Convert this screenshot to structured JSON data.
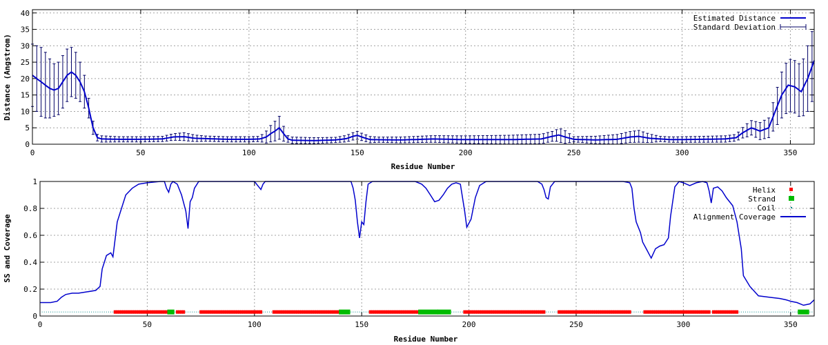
{
  "chart_data": [
    {
      "type": "line",
      "xlabel": "Residue Number",
      "ylabel": "Distance (Angstrom)",
      "xlim": [
        0,
        361
      ],
      "ylim": [
        0,
        41
      ],
      "xticks": [
        0,
        50,
        100,
        150,
        200,
        250,
        300,
        350
      ],
      "yticks": [
        0,
        5,
        10,
        15,
        20,
        25,
        30,
        35,
        40
      ],
      "grid": true,
      "legend_position": "top-right",
      "series": [
        {
          "name": "Estimated Distance",
          "color": "#0000cc",
          "style": "line"
        },
        {
          "name": "Standard Deviation",
          "color": "#000066",
          "style": "errorbars"
        }
      ],
      "data_points": [
        [
          0,
          21
        ],
        [
          2,
          20
        ],
        [
          4,
          19
        ],
        [
          6,
          18
        ],
        [
          8,
          17
        ],
        [
          10,
          16.5
        ],
        [
          12,
          17
        ],
        [
          14,
          19
        ],
        [
          16,
          21
        ],
        [
          18,
          22
        ],
        [
          20,
          21
        ],
        [
          22,
          19
        ],
        [
          24,
          16
        ],
        [
          26,
          11
        ],
        [
          28,
          5
        ],
        [
          30,
          2
        ],
        [
          32,
          1.6
        ],
        [
          40,
          1.5
        ],
        [
          50,
          1.5
        ],
        [
          60,
          1.6
        ],
        [
          65,
          2.2
        ],
        [
          70,
          2.3
        ],
        [
          75,
          1.8
        ],
        [
          80,
          1.7
        ],
        [
          90,
          1.5
        ],
        [
          100,
          1.5
        ],
        [
          105,
          1.6
        ],
        [
          108,
          2.2
        ],
        [
          110,
          3.2
        ],
        [
          112,
          4
        ],
        [
          114,
          5
        ],
        [
          116,
          3.2
        ],
        [
          118,
          1.6
        ],
        [
          120,
          1.2
        ],
        [
          130,
          1.1
        ],
        [
          140,
          1.3
        ],
        [
          145,
          1.7
        ],
        [
          148,
          2.4
        ],
        [
          150,
          2.7
        ],
        [
          153,
          2
        ],
        [
          156,
          1.4
        ],
        [
          170,
          1.3
        ],
        [
          185,
          1.6
        ],
        [
          200,
          1.4
        ],
        [
          220,
          1.4
        ],
        [
          235,
          1.6
        ],
        [
          240,
          2.4
        ],
        [
          243,
          2.8
        ],
        [
          246,
          2.2
        ],
        [
          250,
          1.5
        ],
        [
          260,
          1.3
        ],
        [
          270,
          1.5
        ],
        [
          276,
          2.2
        ],
        [
          280,
          2.4
        ],
        [
          285,
          1.8
        ],
        [
          295,
          1.4
        ],
        [
          310,
          1.5
        ],
        [
          320,
          1.6
        ],
        [
          325,
          2
        ],
        [
          328,
          3.5
        ],
        [
          332,
          5
        ],
        [
          336,
          4
        ],
        [
          340,
          5
        ],
        [
          343,
          10
        ],
        [
          346,
          15
        ],
        [
          349,
          18
        ],
        [
          352,
          17.5
        ],
        [
          355,
          16
        ],
        [
          358,
          20
        ],
        [
          361,
          25.5
        ]
      ],
      "std_dev": [
        [
          0,
          9.5
        ],
        [
          2,
          10
        ],
        [
          4,
          10.5
        ],
        [
          6,
          10
        ],
        [
          8,
          9
        ],
        [
          10,
          8
        ],
        [
          12,
          8
        ],
        [
          14,
          8
        ],
        [
          16,
          8
        ],
        [
          18,
          7.5
        ],
        [
          20,
          7
        ],
        [
          22,
          6
        ],
        [
          24,
          5
        ],
        [
          26,
          3
        ],
        [
          28,
          2
        ],
        [
          30,
          1
        ],
        [
          40,
          0.8
        ],
        [
          60,
          0.8
        ],
        [
          70,
          1.2
        ],
        [
          80,
          0.8
        ],
        [
          105,
          0.8
        ],
        [
          110,
          2.5
        ],
        [
          114,
          3.5
        ],
        [
          118,
          1
        ],
        [
          140,
          0.8
        ],
        [
          150,
          1.2
        ],
        [
          160,
          0.8
        ],
        [
          240,
          1.5
        ],
        [
          245,
          2.2
        ],
        [
          250,
          0.8
        ],
        [
          280,
          1.8
        ],
        [
          290,
          0.8
        ],
        [
          325,
          1
        ],
        [
          330,
          2
        ],
        [
          340,
          3
        ],
        [
          343,
          5
        ],
        [
          346,
          7
        ],
        [
          349,
          8
        ],
        [
          352,
          8
        ],
        [
          355,
          8
        ],
        [
          358,
          10
        ],
        [
          361,
          11
        ]
      ]
    },
    {
      "type": "line",
      "xlabel": "Residue Number",
      "ylabel": "SS and Coverage",
      "xlim": [
        0,
        361
      ],
      "ylim": [
        0,
        1
      ],
      "xticks": [
        0,
        50,
        100,
        150,
        200,
        250,
        300,
        350
      ],
      "yticks": [
        0,
        0.2,
        0.4,
        0.6,
        0.8,
        1
      ],
      "grid": true,
      "legend_position": "top-right",
      "series": [
        {
          "name": "Helix",
          "color": "#ff0000",
          "style": "points"
        },
        {
          "name": "Strand",
          "color": "#00bb00",
          "style": "points"
        },
        {
          "name": "Coil",
          "color": "#008888",
          "style": "dots"
        },
        {
          "name": "Alignment Coverage",
          "color": "#0000cc",
          "style": "line"
        }
      ],
      "ss_level": 0.03,
      "helix_ranges": [
        [
          35,
          60
        ],
        [
          64,
          67
        ],
        [
          75,
          103
        ],
        [
          109,
          140
        ],
        [
          154,
          177
        ],
        [
          198,
          235
        ],
        [
          242,
          275
        ],
        [
          282,
          312
        ],
        [
          314,
          325
        ]
      ],
      "strand_ranges": [
        [
          60,
          62
        ],
        [
          140,
          144
        ],
        [
          177,
          185
        ],
        [
          186,
          191
        ],
        [
          354,
          358
        ]
      ],
      "coverage": [
        [
          0,
          0.1
        ],
        [
          5,
          0.1
        ],
        [
          8,
          0.11
        ],
        [
          10,
          0.14
        ],
        [
          12,
          0.16
        ],
        [
          15,
          0.17
        ],
        [
          18,
          0.17
        ],
        [
          22,
          0.18
        ],
        [
          26,
          0.19
        ],
        [
          28,
          0.22
        ],
        [
          29,
          0.35
        ],
        [
          31,
          0.45
        ],
        [
          33,
          0.47
        ],
        [
          34,
          0.44
        ],
        [
          36,
          0.7
        ],
        [
          38,
          0.8
        ],
        [
          40,
          0.9
        ],
        [
          43,
          0.95
        ],
        [
          46,
          0.98
        ],
        [
          50,
          0.99
        ],
        [
          56,
          1
        ],
        [
          58,
          1
        ],
        [
          59,
          0.95
        ],
        [
          60,
          0.92
        ],
        [
          61,
          0.98
        ],
        [
          62,
          1
        ],
        [
          64,
          0.98
        ],
        [
          66,
          0.9
        ],
        [
          68,
          0.78
        ],
        [
          69,
          0.65
        ],
        [
          70,
          0.85
        ],
        [
          71,
          0.88
        ],
        [
          72,
          0.95
        ],
        [
          74,
          1
        ],
        [
          100,
          1
        ],
        [
          102,
          0.96
        ],
        [
          103,
          0.94
        ],
        [
          104,
          0.98
        ],
        [
          105,
          1
        ],
        [
          145,
          1
        ],
        [
          146,
          0.95
        ],
        [
          147,
          0.86
        ],
        [
          148,
          0.7
        ],
        [
          149,
          0.58
        ],
        [
          150,
          0.7
        ],
        [
          151,
          0.68
        ],
        [
          152,
          0.85
        ],
        [
          153,
          0.98
        ],
        [
          155,
          1
        ],
        [
          175,
          1
        ],
        [
          178,
          0.98
        ],
        [
          180,
          0.95
        ],
        [
          182,
          0.9
        ],
        [
          184,
          0.85
        ],
        [
          186,
          0.86
        ],
        [
          188,
          0.9
        ],
        [
          190,
          0.95
        ],
        [
          192,
          0.98
        ],
        [
          194,
          0.99
        ],
        [
          196,
          0.98
        ],
        [
          198,
          0.78
        ],
        [
          199,
          0.66
        ],
        [
          201,
          0.72
        ],
        [
          203,
          0.88
        ],
        [
          205,
          0.97
        ],
        [
          208,
          1
        ],
        [
          232,
          1
        ],
        [
          234,
          0.98
        ],
        [
          235,
          0.94
        ],
        [
          236,
          0.88
        ],
        [
          237,
          0.87
        ],
        [
          238,
          0.96
        ],
        [
          240,
          1
        ],
        [
          272,
          1
        ],
        [
          275,
          0.99
        ],
        [
          276,
          0.95
        ],
        [
          277,
          0.8
        ],
        [
          278,
          0.7
        ],
        [
          279,
          0.66
        ],
        [
          280,
          0.62
        ],
        [
          281,
          0.55
        ],
        [
          283,
          0.49
        ],
        [
          284,
          0.46
        ],
        [
          285,
          0.43
        ],
        [
          287,
          0.5
        ],
        [
          289,
          0.52
        ],
        [
          291,
          0.53
        ],
        [
          293,
          0.58
        ],
        [
          294,
          0.74
        ],
        [
          295,
          0.85
        ],
        [
          296,
          0.96
        ],
        [
          298,
          1
        ],
        [
          300,
          0.99
        ],
        [
          303,
          0.97
        ],
        [
          306,
          0.99
        ],
        [
          309,
          1
        ],
        [
          311,
          0.99
        ],
        [
          312,
          0.93
        ],
        [
          313,
          0.84
        ],
        [
          314,
          0.95
        ],
        [
          316,
          0.96
        ],
        [
          318,
          0.93
        ],
        [
          320,
          0.88
        ],
        [
          323,
          0.82
        ],
        [
          325,
          0.7
        ],
        [
          327,
          0.5
        ],
        [
          328,
          0.3
        ],
        [
          331,
          0.22
        ],
        [
          335,
          0.15
        ],
        [
          340,
          0.14
        ],
        [
          345,
          0.13
        ],
        [
          348,
          0.12
        ],
        [
          350,
          0.11
        ],
        [
          353,
          0.1
        ],
        [
          356,
          0.08
        ],
        [
          359,
          0.09
        ],
        [
          361,
          0.12
        ]
      ]
    }
  ]
}
